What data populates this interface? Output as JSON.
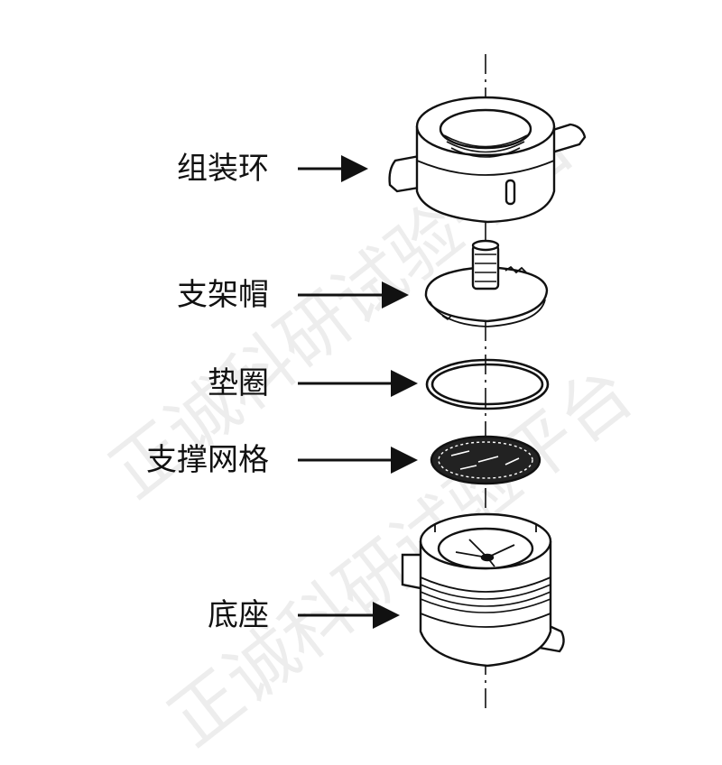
{
  "labels": {
    "assembly_ring": "组装环",
    "bracket_cap": "支架帽",
    "gasket": "垫圈",
    "support_mesh": "支撑网格",
    "base": "底座"
  },
  "watermark": {
    "text": "正诚科研试验平台"
  },
  "colors": {
    "ink": "#111111",
    "watermark": "#000000",
    "background": "#ffffff"
  }
}
